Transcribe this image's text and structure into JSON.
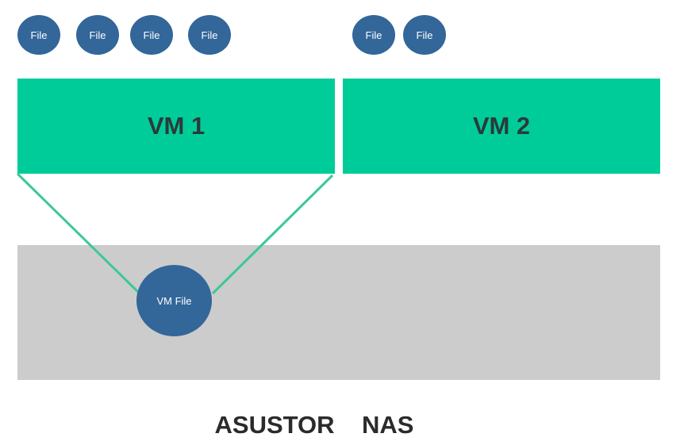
{
  "colors": {
    "file_circle": "#336699",
    "vm_box": "#00cc99",
    "vm_text": "#2b3a3a",
    "storage_area": "#cccccc",
    "connector": "#3cc896"
  },
  "files": [
    {
      "label": "File"
    },
    {
      "label": "File"
    },
    {
      "label": "File"
    },
    {
      "label": "File"
    },
    {
      "label": "File"
    },
    {
      "label": "File"
    }
  ],
  "vms": [
    {
      "label": "VM 1"
    },
    {
      "label": "VM 2"
    }
  ],
  "storage": {
    "vm_file_label": "VM File",
    "nas_label": "ASUSTOR    NAS"
  }
}
